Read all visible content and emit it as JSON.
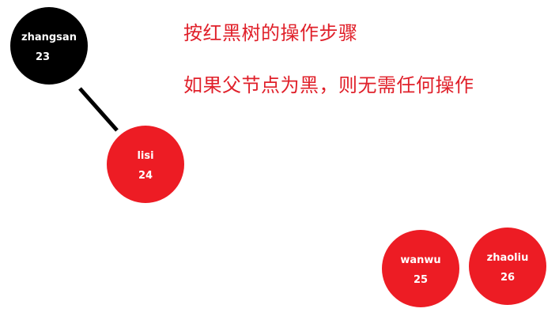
{
  "colors": {
    "red": "#ed1c24",
    "black": "#000000",
    "caption": "#e0202a",
    "node_text": "#ffffff"
  },
  "captions": {
    "title": "按红黑树的操作步骤",
    "rule": "如果父节点为黑，则无需任何操作"
  },
  "nodes": [
    {
      "id": "zhangsan",
      "name": "zhangsan",
      "value": "23",
      "color": "black"
    },
    {
      "id": "lisi",
      "name": "lisi",
      "value": "24",
      "color": "red"
    },
    {
      "id": "wanwu",
      "name": "wanwu",
      "value": "25",
      "color": "red"
    },
    {
      "id": "zhaoliu",
      "name": "zhaoliu",
      "value": "26",
      "color": "red"
    }
  ],
  "edges": [
    {
      "from": "zhangsan",
      "to": "lisi"
    }
  ]
}
